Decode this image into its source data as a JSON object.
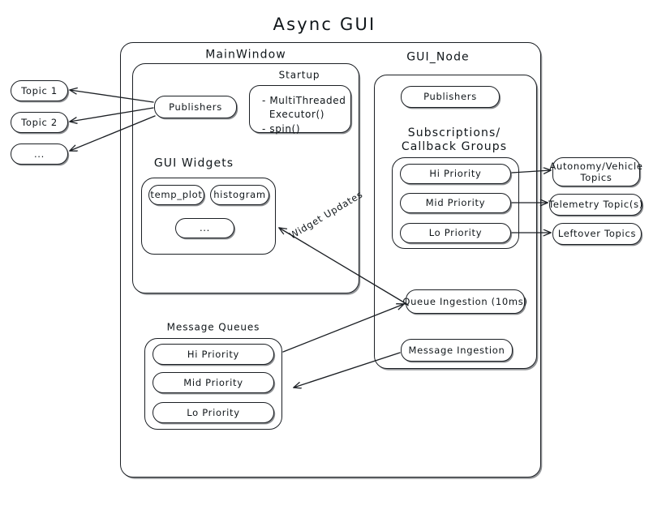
{
  "diagram": {
    "title": "Async GUI",
    "groups": {
      "outer": "",
      "main_window": "MainWindow",
      "gui_node": "GUI_Node",
      "startup": "Startup",
      "gui_widgets": "GUI Widgets",
      "subscriptions": "Subscriptions/\nCallback Groups",
      "message_queues": "Message Queues"
    },
    "nodes": {
      "topic_1": "Topic 1",
      "topic_2": "Topic 2",
      "topic_more": "...",
      "mw_publishers": "Publishers",
      "startup_items": "- MultiThreaded\n  Executor()\n- spin()",
      "widget_temp_plot": "temp_plot",
      "widget_histogram": "histogram",
      "widget_more": "...",
      "node_publishers": "Publishers",
      "sub_hi": "Hi Priority",
      "sub_mid": "Mid Priority",
      "sub_lo": "Lo Priority",
      "topic_autonomy": "Autonomy/Vehicle\nTopics",
      "topic_telemetry": "Telemetry Topic(s)",
      "topic_leftover": "Leftover Topics",
      "queue_ingestion": "Queue Ingestion (10ms)",
      "message_ingestion": "Message Ingestion",
      "mq_hi": "Hi Priority",
      "mq_mid": "Mid Priority",
      "mq_lo": "Lo Priority"
    },
    "edge_labels": {
      "widget_updates": "Widget Updates"
    },
    "colors": {
      "stroke": "#1b1f24",
      "background": "#ffffff",
      "text": "#10161a"
    }
  }
}
